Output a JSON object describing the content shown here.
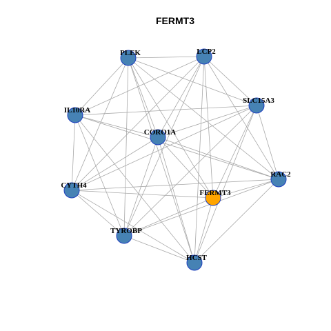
{
  "graph": {
    "title": "FERMT3",
    "colors": {
      "default_node": "#4682b4",
      "highlight_node": "#ffa500",
      "edge": "#a8a8a8",
      "node_border": "#1f3fbf"
    },
    "nodes": [
      {
        "id": "PLEK",
        "label": "PLEK",
        "highlight": false
      },
      {
        "id": "LCP2",
        "label": "LCP2",
        "highlight": false
      },
      {
        "id": "SLC15A3",
        "label": "SLC15A3",
        "highlight": false
      },
      {
        "id": "IL10RA",
        "label": "IL10RA",
        "highlight": false
      },
      {
        "id": "CORO1A",
        "label": "CORO1A",
        "highlight": false
      },
      {
        "id": "RAC2",
        "label": "RAC2",
        "highlight": false
      },
      {
        "id": "CYTH4",
        "label": "CYTH4",
        "highlight": false
      },
      {
        "id": "FERMT3",
        "label": "FERMT3",
        "highlight": true
      },
      {
        "id": "TYROBP",
        "label": "TYROBP",
        "highlight": false
      },
      {
        "id": "HCST",
        "label": "HCST",
        "highlight": false
      }
    ],
    "edges": [
      [
        "PLEK",
        "LCP2"
      ],
      [
        "PLEK",
        "IL10RA"
      ],
      [
        "PLEK",
        "CORO1A"
      ],
      [
        "PLEK",
        "SLC15A3"
      ],
      [
        "PLEK",
        "RAC2"
      ],
      [
        "PLEK",
        "FERMT3"
      ],
      [
        "PLEK",
        "HCST"
      ],
      [
        "PLEK",
        "TYROBP"
      ],
      [
        "PLEK",
        "CYTH4"
      ],
      [
        "LCP2",
        "SLC15A3"
      ],
      [
        "LCP2",
        "IL10RA"
      ],
      [
        "LCP2",
        "CORO1A"
      ],
      [
        "LCP2",
        "RAC2"
      ],
      [
        "LCP2",
        "FERMT3"
      ],
      [
        "LCP2",
        "HCST"
      ],
      [
        "LCP2",
        "TYROBP"
      ],
      [
        "LCP2",
        "CYTH4"
      ],
      [
        "SLC15A3",
        "IL10RA"
      ],
      [
        "SLC15A3",
        "CORO1A"
      ],
      [
        "SLC15A3",
        "RAC2"
      ],
      [
        "SLC15A3",
        "FERMT3"
      ],
      [
        "SLC15A3",
        "HCST"
      ],
      [
        "SLC15A3",
        "TYROBP"
      ],
      [
        "SLC15A3",
        "CYTH4"
      ],
      [
        "IL10RA",
        "CORO1A"
      ],
      [
        "IL10RA",
        "CYTH4"
      ],
      [
        "IL10RA",
        "TYROBP"
      ],
      [
        "IL10RA",
        "HCST"
      ],
      [
        "IL10RA",
        "RAC2"
      ],
      [
        "CORO1A",
        "RAC2"
      ],
      [
        "CORO1A",
        "FERMT3"
      ],
      [
        "CORO1A",
        "HCST"
      ],
      [
        "CORO1A",
        "TYROBP"
      ],
      [
        "CORO1A",
        "CYTH4"
      ],
      [
        "RAC2",
        "CYTH4"
      ],
      [
        "RAC2",
        "FERMT3"
      ],
      [
        "RAC2",
        "TYROBP"
      ],
      [
        "RAC2",
        "HCST"
      ],
      [
        "CYTH4",
        "FERMT3"
      ],
      [
        "CYTH4",
        "TYROBP"
      ],
      [
        "CYTH4",
        "HCST"
      ],
      [
        "FERMT3",
        "TYROBP"
      ],
      [
        "FERMT3",
        "HCST"
      ],
      [
        "TYROBP",
        "HCST"
      ]
    ]
  }
}
